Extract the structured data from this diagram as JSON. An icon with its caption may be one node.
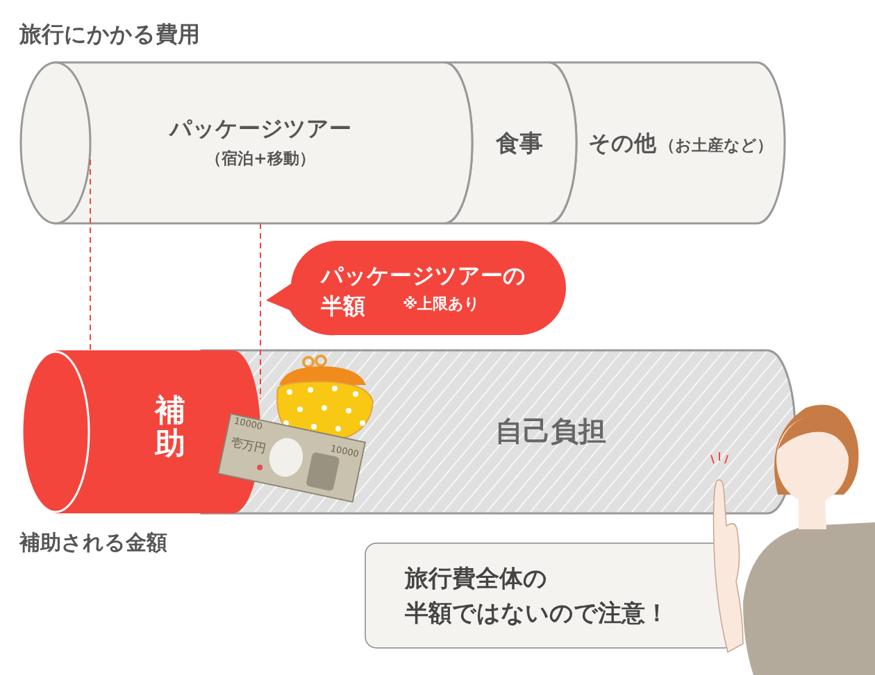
{
  "diagram": {
    "title": "旅行にかかる費用",
    "nodes": [
      {
        "text": [
          "パッケージツアー",
          "（宿泊+移動）"
        ]
      },
      {
        "text": [
          "食事"
        ]
      },
      {
        "text": [
          "その他",
          "（お土産など）"
        ]
      },
      {
        "text": [
          "パッケージツアーの半額",
          "※上限あり"
        ]
      },
      {
        "text": [
          "補助"
        ]
      },
      {
        "text": [
          "自己負担"
        ]
      },
      {
        "text": [
          "旅行費全体の半額ではないので注意！"
        ]
      }
    ],
    "labels": [
      "補助される金額",
      "10000",
      "壱万円",
      "10000"
    ]
  }
}
